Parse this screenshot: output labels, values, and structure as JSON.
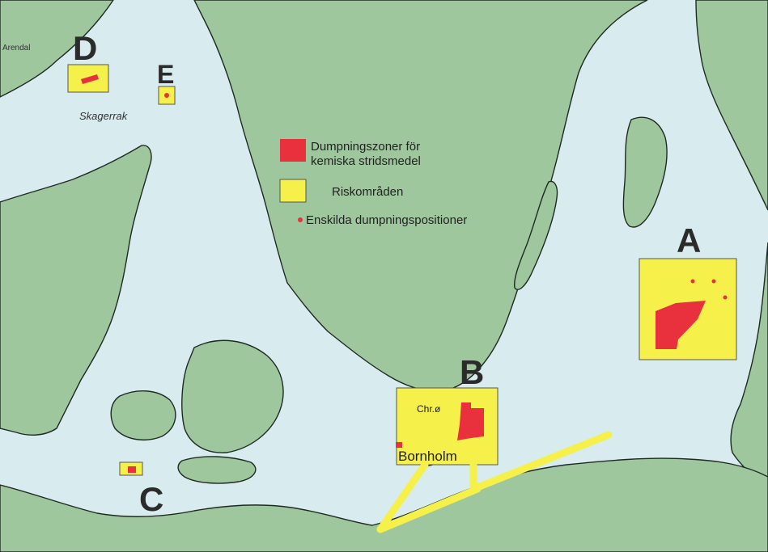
{
  "colors": {
    "sea": "#d8ecef",
    "land": "#9ec79d",
    "coast": "#1e2a22",
    "risk_area": "#f5f04a",
    "dumping_zone": "#e8313d",
    "border": "#8a8a8a"
  },
  "place_labels": {
    "arendal": "Arendal",
    "skagerrak": "Skagerrak",
    "chr_o": "Chr.ø",
    "bornholm": "Bornholm"
  },
  "zones": {
    "A": "A",
    "B": "B",
    "C": "C",
    "D": "D",
    "E": "E"
  },
  "legend": {
    "dumping_zones_line1": "Dumpningszoner för",
    "dumping_zones_line2": "kemiska stridsmedel",
    "risk_areas": "Riskområden",
    "single_positions": "Enskilda dumpningspositioner"
  }
}
